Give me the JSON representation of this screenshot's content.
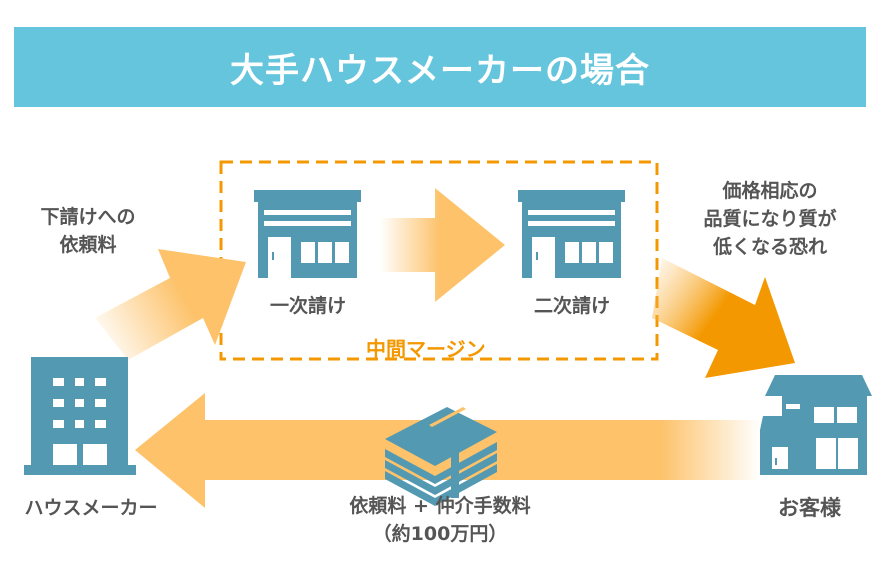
{
  "title": "大手ハウスメーカーの場合",
  "colors": {
    "banner": "#64c5dd",
    "icon": "#5399b2",
    "arrow_light": "#fdc26a",
    "arrow_dark": "#f39800",
    "text": "#555555",
    "margin_box": "#f39800"
  },
  "labels": {
    "subcontract_fee": [
      "下請けへの",
      "依頼料"
    ],
    "first_sub": "一次請け",
    "second_sub": "二次請け",
    "middle_margin": "中間マージン",
    "quality_risk": [
      "価格相応の",
      "品質になり質が",
      "低くなる恐れ"
    ],
    "house_maker": "ハウスメーカー",
    "customer": "お客様",
    "fee_line1": "依頼料 + 仲介手数料",
    "fee_line2": "（約100万円）"
  },
  "icons": {
    "house_maker": "office-building-icon",
    "first_sub": "shop-building-icon",
    "second_sub": "shop-building-icon",
    "customer": "house-icon",
    "money": "money-stack-icon"
  }
}
